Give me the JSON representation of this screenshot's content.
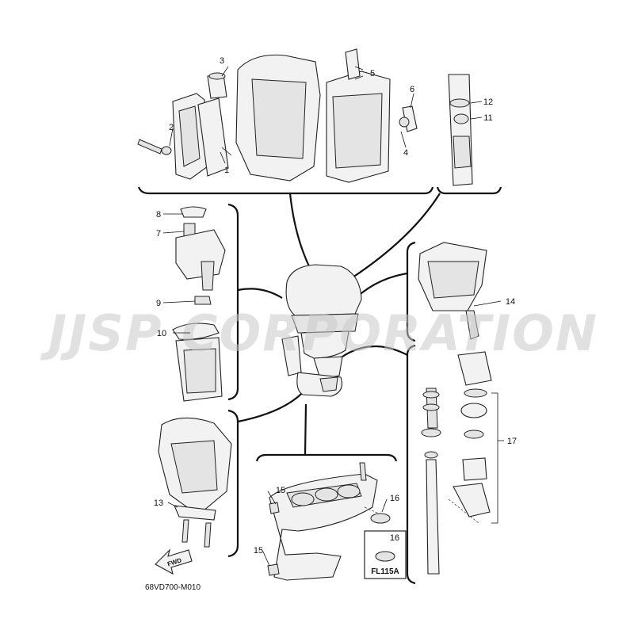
{
  "watermark": "JJSP CORPORATION",
  "drawing_code": "68VD700-M010",
  "fwd_label": "FWD",
  "variant_label": "FL115A",
  "callouts": [
    {
      "id": "c1",
      "text": "1"
    },
    {
      "id": "c2",
      "text": "2"
    },
    {
      "id": "c3",
      "text": "3"
    },
    {
      "id": "c4",
      "text": "4"
    },
    {
      "id": "c5",
      "text": "5"
    },
    {
      "id": "c6",
      "text": "6"
    },
    {
      "id": "c7",
      "text": "7"
    },
    {
      "id": "c8",
      "text": "8"
    },
    {
      "id": "c9",
      "text": "9"
    },
    {
      "id": "c10",
      "text": "10"
    },
    {
      "id": "c11",
      "text": "11"
    },
    {
      "id": "c12",
      "text": "12"
    },
    {
      "id": "c13",
      "text": "13"
    },
    {
      "id": "c14",
      "text": "14"
    },
    {
      "id": "c15a",
      "text": "15"
    },
    {
      "id": "c15b",
      "text": "15"
    },
    {
      "id": "c16a",
      "text": "16"
    },
    {
      "id": "c16b",
      "text": "16"
    },
    {
      "id": "c17",
      "text": "17"
    }
  ]
}
